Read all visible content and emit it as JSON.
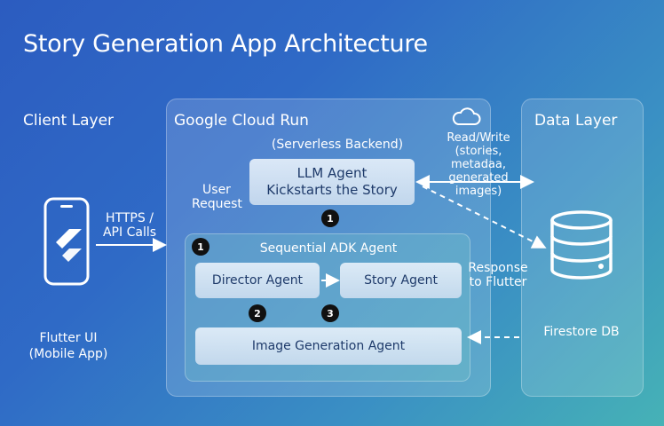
{
  "title": "Story Generation App Architecture",
  "client_layer": {
    "label": "Client Layer",
    "https_label": "HTTPS /\nAPI Calls",
    "app_label": "Flutter UI\n(Mobile App)",
    "phone_icon": "flutter-phone-icon"
  },
  "cloud_run": {
    "label": "Google Cloud Run",
    "subtitle": "(Serverless Backend)",
    "user_request": "User\nRequest",
    "llm_agent": "LLM Agent\nKickstarts the Story",
    "badge_llm": "1",
    "sequential": {
      "label": "Sequential ADK Agent",
      "badge": "1",
      "director": "Director Agent",
      "story": "Story Agent",
      "image_gen": "Image Generation Agent",
      "badge_director": "2",
      "badge_story": "3"
    },
    "response_label": "Response\nto Flutter"
  },
  "data_layer": {
    "label": "Data Layer",
    "db_label": "Firestore DB",
    "read_write": "Read/Write\n(stories, metadaa,\ngenerated\nimages)",
    "db_icon": "database-icon",
    "cloud_icon": "cloud-icon"
  },
  "colors": {
    "bg_start": "#2c5cc0",
    "bg_end": "#46b2b6",
    "box_text": "#1e3a6a",
    "badge": "#111111"
  }
}
